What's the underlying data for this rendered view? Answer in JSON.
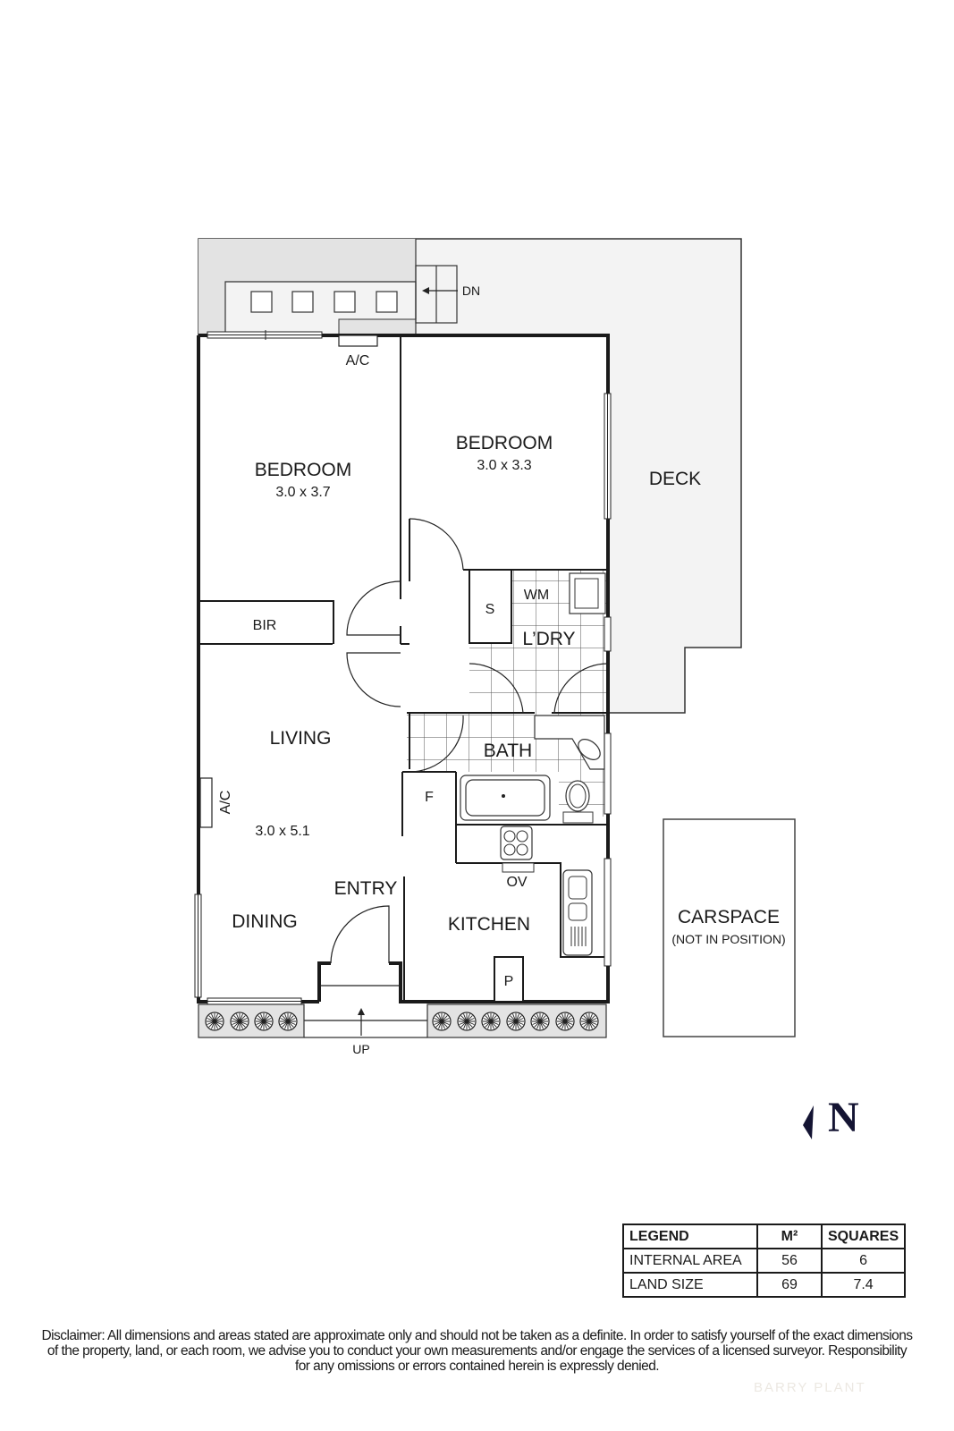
{
  "rooms": {
    "bedroom1": {
      "name": "BEDROOM",
      "dims": "3.0 x 3.7"
    },
    "bedroom2": {
      "name": "BEDROOM",
      "dims": "3.0 x 3.3"
    },
    "deck": {
      "name": "DECK"
    },
    "bir": {
      "name": "BIR"
    },
    "living": {
      "name": "LIVING",
      "dims": "3.0 x 5.1"
    },
    "dining": {
      "name": "DINING"
    },
    "entry": {
      "name": "ENTRY"
    },
    "kitchen": {
      "name": "KITCHEN"
    },
    "laundry": {
      "name": "L’DRY"
    },
    "bath": {
      "name": "BATH"
    },
    "carspace": {
      "name": "CARSPACE",
      "note": "(NOT IN POSITION)"
    }
  },
  "fixtures": {
    "ac_top": "A/C",
    "ac_living": "A/C",
    "washing_machine": "WM",
    "storage": "S",
    "fridge": "F",
    "oven": "OV",
    "pantry": "P",
    "stairs_down": "DN",
    "stairs_up": "UP"
  },
  "compass": {
    "label": "N"
  },
  "legend": {
    "headers": [
      "LEGEND",
      "M²",
      "SQUARES"
    ],
    "rows": [
      {
        "label": "INTERNAL AREA",
        "m2": "56",
        "squares": "6"
      },
      {
        "label": "LAND SIZE",
        "m2": "69",
        "squares": "7.4"
      }
    ]
  },
  "disclaimer": {
    "line1": "Disclaimer: All dimensions and areas stated are approximate only and should not be taken as a definite. In order to satisfy yourself of the exact dimensions",
    "line2": "of the property, land, or each room, we advise you to conduct your own measurements and/or engage the services of a licensed surveyor. Responsibility",
    "line3": "for any omissions or errors contained herein is expressly denied."
  },
  "watermark": "BARRY PLANT",
  "colors": {
    "wall": "#1a1a1a",
    "deck": "#f3f3f3",
    "shade": "#e3e3e3",
    "compass": "#141433"
  }
}
